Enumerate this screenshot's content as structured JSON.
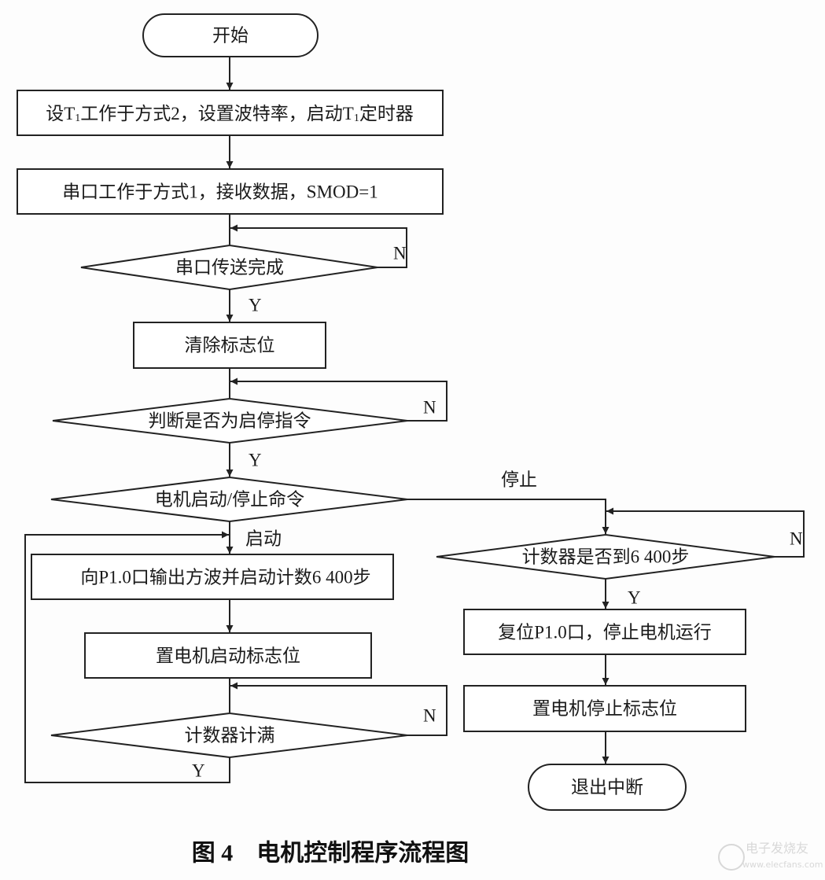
{
  "nodes": {
    "start": "开始",
    "init_t1": {
      "p1": "设T",
      "sub1": "1",
      "p2": "工作于方式2，设置波特率，启动T",
      "sub2": "1",
      "p3": "定时器"
    },
    "serial_mode": "串口工作于方式1，接收数据，SMOD=1",
    "serial_done": "串口传送完成",
    "clear_flag": "清除标志位",
    "check_cmd": "判断是否为启停指令",
    "motor_cmd": "电机启动/停止命令",
    "output_wave": "向P1.0口输出方波并启动计数6 400步",
    "set_start_flag": "置电机启动标志位",
    "counter_full": "计数器计满",
    "counter_6400": "计数器是否到6 400步",
    "reset_port": "复位P1.0口，停止电机运行",
    "set_stop_flag": "置电机停止标志位",
    "exit_interrupt": "退出中断"
  },
  "labels": {
    "yes": "Y",
    "no": "N",
    "start_branch": "启动",
    "stop_branch": "停止"
  },
  "caption": "图 4　电机控制程序流程图",
  "watermark": {
    "name": "电子发烧友",
    "url": "www.elecfans.com"
  }
}
